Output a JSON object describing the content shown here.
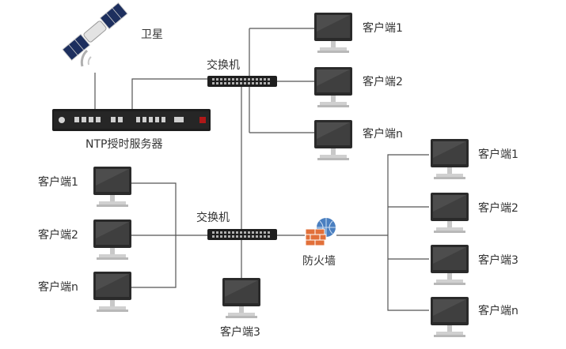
{
  "labels": {
    "satellite": "卫星",
    "ntp_server": "NTP授时服务器",
    "switch_top": "交换机",
    "switch_bottom": "交换机",
    "firewall": "防火墙"
  },
  "clients": {
    "top": [
      "客户端1",
      "客户端2",
      "客户端n"
    ],
    "left": [
      "客户端1",
      "客户端2",
      "客户端n"
    ],
    "bottom": [
      "客户端3"
    ],
    "right": [
      "客户端1",
      "客户端2",
      "客户端3",
      "客户端n"
    ]
  },
  "colors": {
    "line": "#555555",
    "monitor_frame": "#2a2a2a",
    "screen": "#3c3c3c",
    "switch_body": "#1f1f1f",
    "firewall_brick": "#e2703a",
    "globe": "#4a7fc0"
  }
}
